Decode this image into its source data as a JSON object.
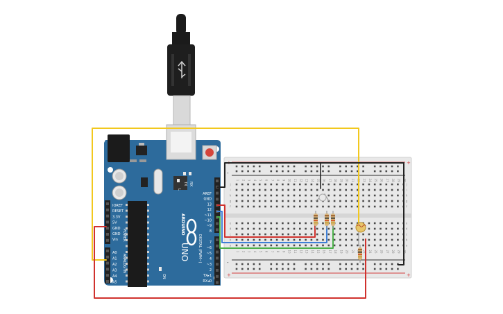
{
  "board": {
    "model": "UNO",
    "brand": "ARDUINO",
    "on_label": "ON",
    "power_header_label": "POWER",
    "analog_header_label": "ANALOG IN",
    "digital_header_label": "DIGITAL (PWM~)",
    "left_pins_power": [
      "IOREF",
      "RESET",
      "3.3V",
      "5V",
      "GND",
      "GND",
      "Vin"
    ],
    "left_pins_analog": [
      "A0",
      "A1",
      "A2",
      "A3",
      "A4",
      "A5"
    ],
    "right_pins_top": [
      "AREF",
      "GND",
      "13",
      "12",
      "~11",
      "~10",
      "~9",
      "8"
    ],
    "right_pins_bottom": [
      "7",
      "~6",
      "~5",
      "4",
      "~3",
      "2",
      "TX▸1",
      "RX◂0"
    ],
    "led_labels": [
      "L",
      "TX",
      "RX"
    ],
    "colors": {
      "pcb": "#2d6b9c",
      "pcb_dark": "#1f4f78",
      "header": "#222222"
    }
  },
  "breadboard": {
    "columns": 30,
    "row_letters_top": [
      "j",
      "i",
      "h",
      "g",
      "f"
    ],
    "row_letters_bottom": [
      "e",
      "d",
      "c",
      "b",
      "a"
    ],
    "rail_signs": [
      "+",
      "-"
    ],
    "colors": {
      "body": "#e8e8e8",
      "hole": "#4a4a4a",
      "rail_plus": "#d23b3b",
      "rail_minus": "#2b2b2b"
    }
  },
  "components": {
    "rgb_led": "rgb-led",
    "resistors": 4,
    "photoresistor": "photoresistor",
    "usb_cable": "usb-cable"
  },
  "wires": {
    "colors": {
      "yellow": "#f2c81e",
      "red": "#d0312d",
      "black": "#222222",
      "blue": "#3e7fd6",
      "green": "#4cb04a"
    }
  }
}
